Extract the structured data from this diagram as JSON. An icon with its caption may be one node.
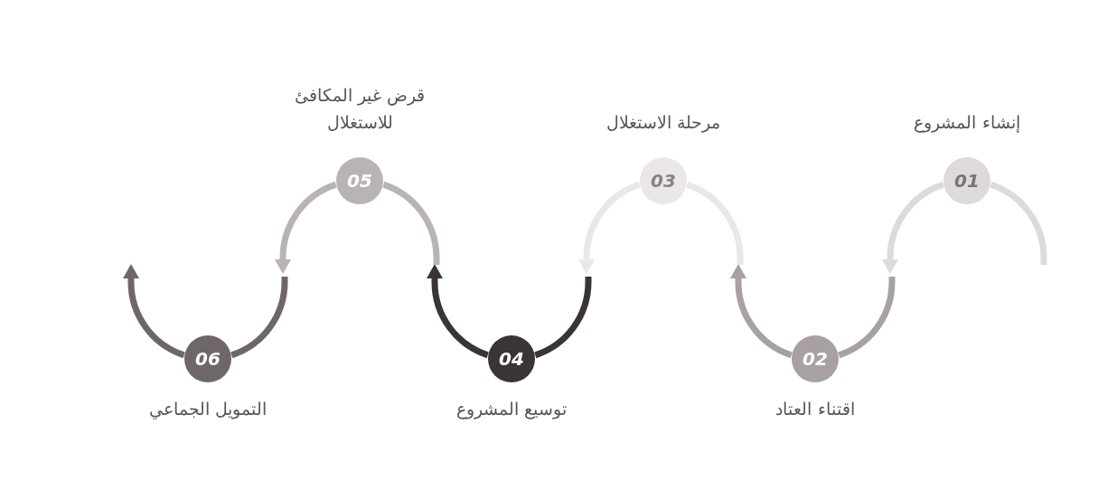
{
  "diagram": {
    "nodes": [
      {
        "text": [
          "01"
        ],
        "beside": [
          "إنشاء المشروع"
        ]
      },
      {
        "text": [
          "02"
        ],
        "beside": [
          "اقتناء العتاد"
        ]
      },
      {
        "text": [
          "03"
        ],
        "beside": [
          "مرحلة الاستغلال"
        ]
      },
      {
        "text": [
          "04"
        ],
        "beside": [
          "توسيع المشروع"
        ]
      },
      {
        "text": [
          "05"
        ],
        "beside": [
          "قرض غير المكافئ للاستغلال"
        ]
      },
      {
        "text": [
          "06"
        ],
        "beside": [
          "التمويل الجماعي"
        ]
      }
    ],
    "edges": [
      {
        "from": null,
        "to": 0,
        "arrow": "none",
        "color": "#dedada"
      },
      {
        "from": 0,
        "to": null,
        "arrow": "to",
        "color": "#dedada"
      },
      {
        "from": null,
        "to": 1,
        "arrow": "none",
        "color": "#a8a0a2"
      },
      {
        "from": 1,
        "to": null,
        "arrow": "to",
        "color": "#a8a0a2"
      },
      {
        "from": null,
        "to": 2,
        "arrow": "none",
        "color": "#ebe7e8"
      },
      {
        "from": 2,
        "to": null,
        "arrow": "to",
        "color": "#ebe7e8"
      },
      {
        "from": null,
        "to": 3,
        "arrow": "none",
        "color": "#3a3436"
      },
      {
        "from": 3,
        "to": null,
        "arrow": "to",
        "color": "#3a3436"
      },
      {
        "from": null,
        "to": 4,
        "arrow": "none",
        "color": "#b9b3b4"
      },
      {
        "from": 4,
        "to": null,
        "arrow": "to",
        "color": "#b9b3b4"
      },
      {
        "from": null,
        "to": 5,
        "arrow": "none",
        "color": "#6e6668"
      },
      {
        "from": 5,
        "to": null,
        "arrow": "to",
        "color": "#6e6668"
      }
    ]
  }
}
